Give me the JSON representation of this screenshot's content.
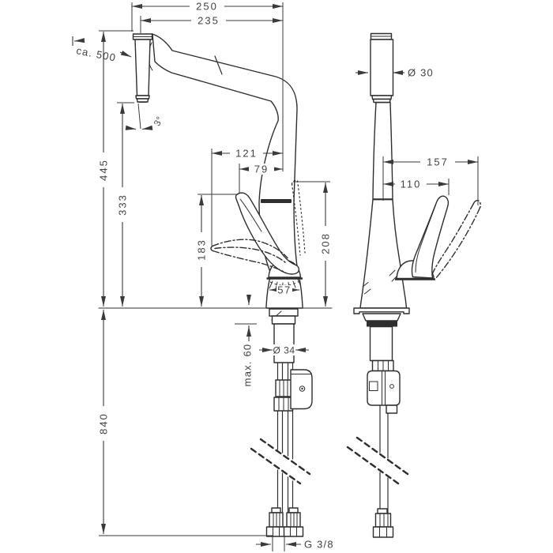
{
  "drawing": {
    "background": "#ffffff",
    "line_color": "#2e2e2e",
    "text_color": "#424242",
    "dims": {
      "d250": "250",
      "d235": "235",
      "ca500": "ca. 500",
      "deg3": "3°",
      "d445": "445",
      "d333": "333",
      "d840": "840",
      "d121": "121",
      "d79": "79",
      "d183": "183",
      "d208": "208",
      "d57": "57",
      "max60": "max. 60",
      "o34": "Ø 34",
      "g38": "G 3/8",
      "o30": "Ø 30",
      "d157": "157",
      "d110": "110"
    }
  }
}
